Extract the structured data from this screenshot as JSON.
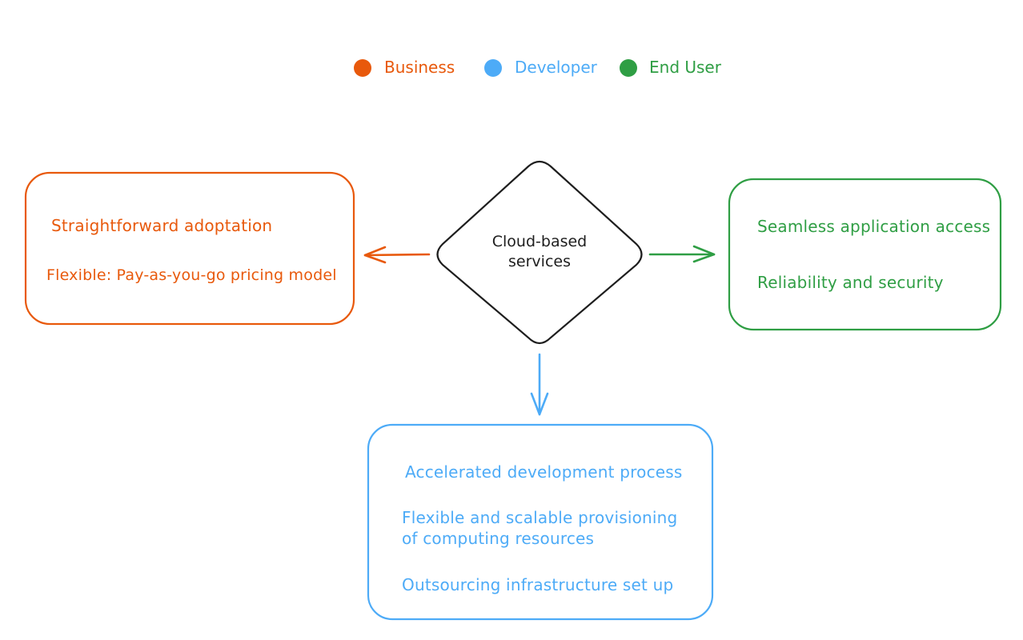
{
  "colors": {
    "business": "#e8590c",
    "developer": "#4dabf7",
    "end_user": "#2f9e44",
    "center": "#1e1e1e"
  },
  "legend": [
    {
      "label": "Business"
    },
    {
      "label": "Developer"
    },
    {
      "label": "End User"
    }
  ],
  "center": {
    "label_line1": "Cloud-based",
    "label_line2": "services"
  },
  "business": {
    "items": [
      "Straightforward adoptation",
      "Flexible: Pay-as-you-go pricing model"
    ]
  },
  "end_user": {
    "items": [
      "Seamless application access",
      "Reliability and security"
    ]
  },
  "developer": {
    "items": [
      "Accelerated development process",
      "Flexible and scalable provisioning",
      "of computing resources",
      "Outsourcing infrastructure set up"
    ]
  }
}
